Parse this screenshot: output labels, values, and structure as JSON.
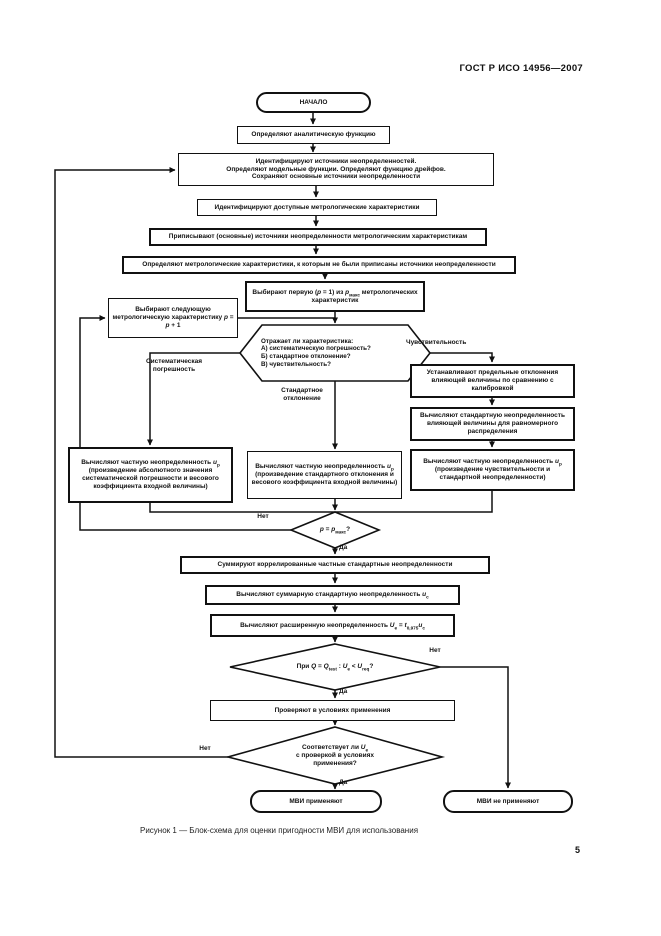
{
  "page": {
    "header": "ГОСТ Р ИСО 14956—2007",
    "caption": "Рисунок 1 — Блок-схема для оценки пригодности МВИ для использования",
    "page_number": "5"
  },
  "flowchart": {
    "labels": {
      "yes": "Да",
      "no": "Нет",
      "systematic": "Систематическая\nпогрешность",
      "std_dev": "Стандартное\nотклонение",
      "sensitivity": "Чувствительность"
    },
    "nodes": {
      "start": "НАЧАЛО",
      "analytic": "Определяют аналитическую функцию",
      "sources": "Идентифицируют источники неопределенностей.\nОпределяют модельные функции. Определяют функцию дрейфов.\nСохраняют основные источники неопределенности",
      "available": "Идентифицируют доступные метрологические характеристики",
      "assign": "Приписывают (основные) источники неопределенности метрологическим характеристикам",
      "remaining": "Определяют метрологические характеристики, к которым не были приписаны источники неопределенности",
      "select_first": {
        "parts": [
          {
            "t": "Выбирают первую ("
          },
          {
            "t": "p",
            "i": true
          },
          {
            "t": " = 1) из "
          },
          {
            "t": "p",
            "i": true
          },
          {
            "t": "макс",
            "sub": true
          },
          {
            "t": " метрологических характеристик"
          }
        ]
      },
      "select_next": {
        "parts": [
          {
            "t": "Выбирают следующую метрологическую характеристику "
          },
          {
            "t": "p",
            "i": true
          },
          {
            "t": " = "
          },
          {
            "t": "p",
            "i": true
          },
          {
            "t": " + 1"
          }
        ]
      },
      "hexagon": "Отражает ли характеристика:\nА) систематическую погрешность?\nБ) стандартное отклонение?\nВ) чувствительность?",
      "syst_calc": {
        "parts": [
          {
            "t": "Вычисляют частную неопределенность "
          },
          {
            "t": "u",
            "i": true
          },
          {
            "t": "p",
            "sub": true
          },
          {
            "t": " (произведение абсолютного значения систематической погрешности и весового коэффициента входной величины)"
          }
        ]
      },
      "std_calc": {
        "parts": [
          {
            "t": "Вычисляют частную неопределенность "
          },
          {
            "t": "u",
            "i": true
          },
          {
            "t": "p",
            "sub": true
          },
          {
            "t": " (произведение стандартного отклонения и весового коэффициента входной величины)"
          }
        ]
      },
      "sens1": "Устанавливают предельные отклонения влияющей величины по сравнению с калибровкой",
      "sens2": "Вычисляют стандартную неопределенность влияющей величины для равномерного распределения",
      "sens3": {
        "parts": [
          {
            "t": "Вычисляют частную неопределенность "
          },
          {
            "t": "u",
            "i": true
          },
          {
            "t": "p",
            "sub": true
          },
          {
            "t": " (произведение чувствительности и стандартной неопределенности)"
          }
        ]
      },
      "pmax_q": {
        "parts": [
          {
            "t": "p",
            "i": true
          },
          {
            "t": " = "
          },
          {
            "t": "p",
            "i": true
          },
          {
            "t": "макс",
            "sub": true
          },
          {
            "t": "?"
          }
        ]
      },
      "sum_corr": "Суммируют коррелированные частные стандартные неопределенности",
      "combined": {
        "parts": [
          {
            "t": "Вычисляют суммарную стандартную неопределенность "
          },
          {
            "t": "u",
            "i": true
          },
          {
            "t": "c",
            "sub": true
          }
        ]
      },
      "expanded": {
        "parts": [
          {
            "t": "Вычисляют расширенную неопределенность "
          },
          {
            "t": "U",
            "i": true
          },
          {
            "t": "e",
            "sub": true
          },
          {
            "t": " = "
          },
          {
            "t": "t",
            "i": true
          },
          {
            "t": "0,975",
            "sub": true
          },
          {
            "t": "u",
            "i": true
          },
          {
            "t": "c",
            "sub": true
          }
        ]
      },
      "q_check": {
        "parts": [
          {
            "t": "При "
          },
          {
            "t": "Q",
            "i": true
          },
          {
            "t": " = "
          },
          {
            "t": "Q",
            "i": true
          },
          {
            "t": "test",
            "sub": true
          },
          {
            "t": " : "
          },
          {
            "t": "U",
            "i": true
          },
          {
            "t": "e",
            "sub": true
          },
          {
            "t": " < "
          },
          {
            "t": "U",
            "i": true
          },
          {
            "t": "req",
            "sub": true
          },
          {
            "t": "?"
          }
        ]
      },
      "verify": "Проверяют в условиях применения",
      "agree": {
        "parts": [
          {
            "t": "Соответствует ли "
          },
          {
            "t": "U",
            "i": true
          },
          {
            "t": "e",
            "sub": true
          },
          {
            "t": "\nс проверкой в условиях\nприменения?"
          }
        ]
      },
      "apply": "МВИ применяют",
      "not_apply": "МВИ не применяют"
    }
  }
}
